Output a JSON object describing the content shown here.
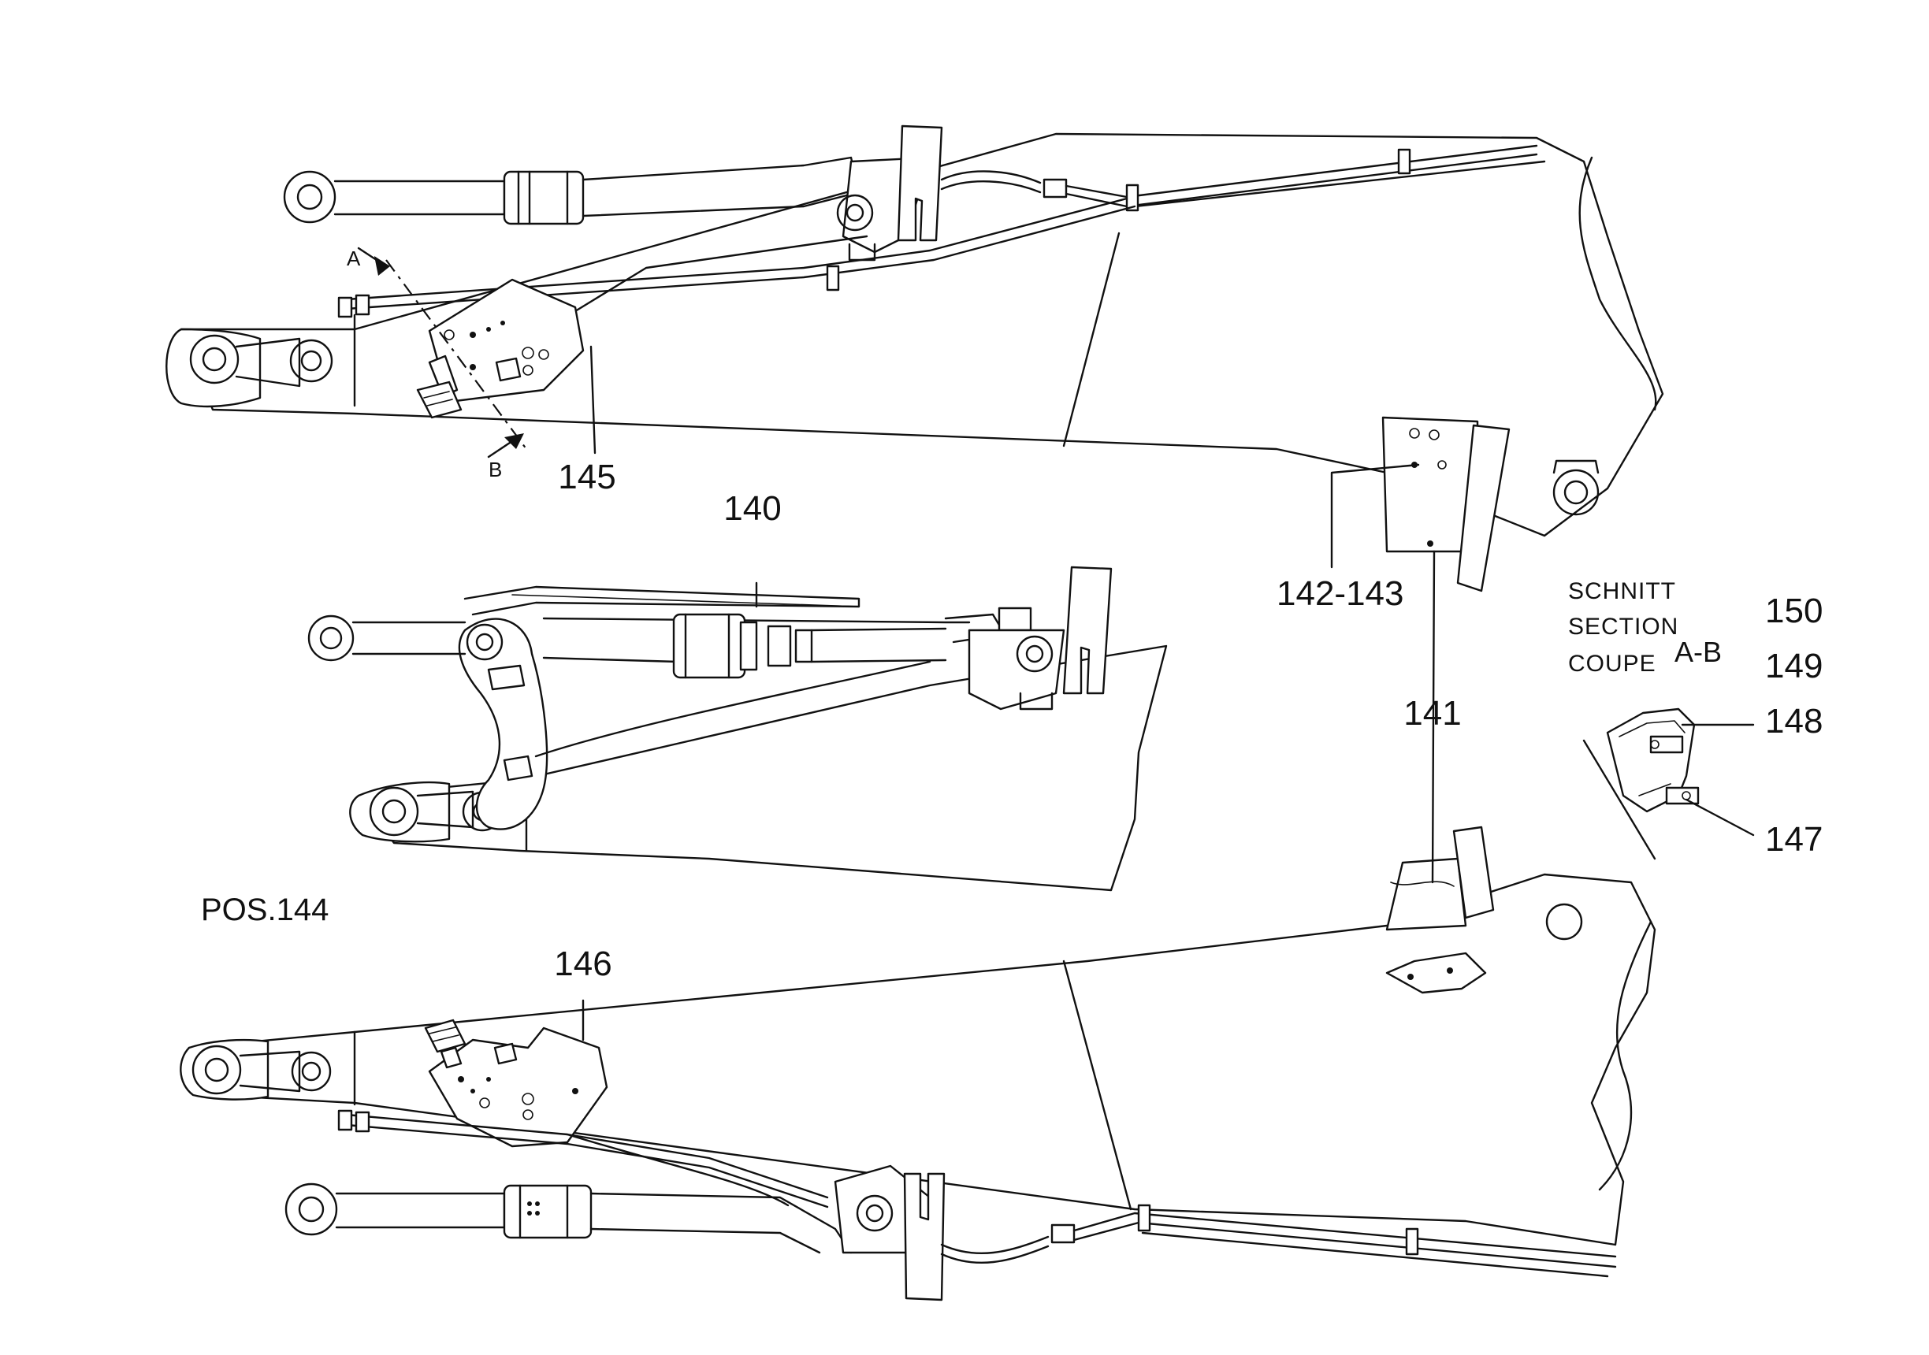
{
  "callouts": {
    "c140": "140",
    "c141": "141",
    "c142_143": "142-143",
    "c145": "145",
    "c146": "146",
    "c147": "147",
    "c148": "148",
    "c149": "149",
    "c150": "150"
  },
  "section_marks": {
    "a": "A",
    "b": "B"
  },
  "section_legend": {
    "line1": "SCHNITT",
    "line2": "SECTION",
    "line3": "COUPE",
    "name": "A-B"
  },
  "position_label": "POS.144",
  "colors": {
    "ink": "#111111",
    "paper": "#ffffff"
  }
}
